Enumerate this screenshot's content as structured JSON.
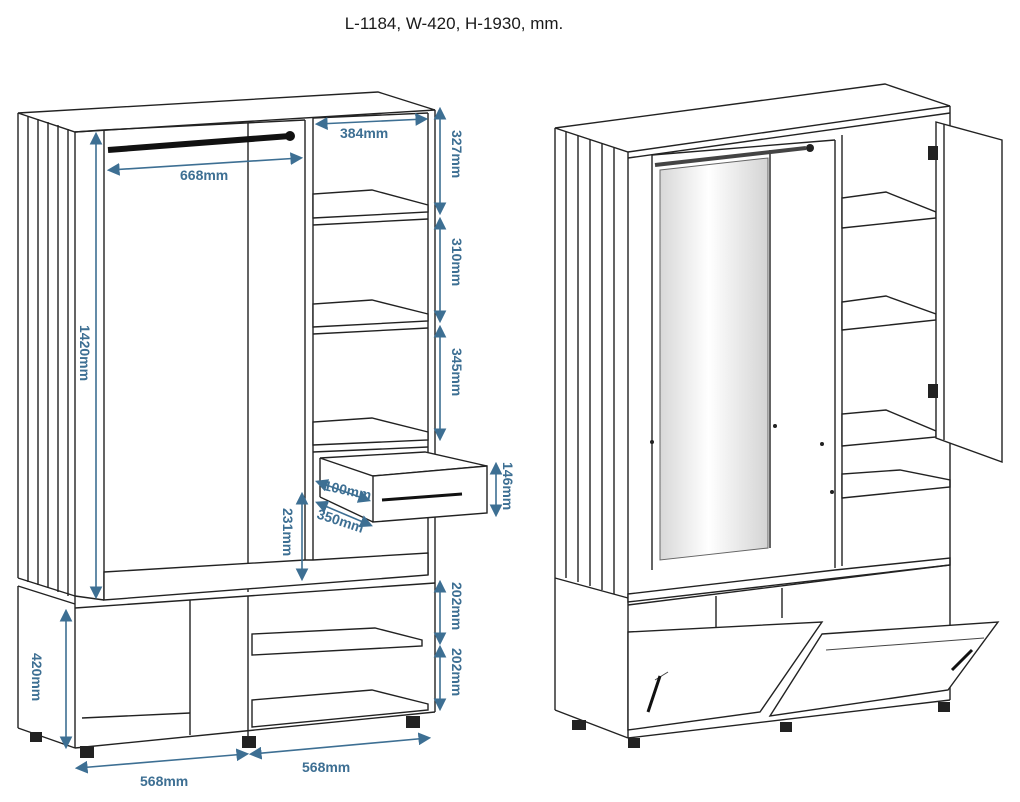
{
  "header": {
    "overall_size": "L-1184, W-420, H-1930, mm."
  },
  "dimensions": {
    "rail_width": "668mm",
    "shelf_width": "384mm",
    "height_327": "327mm",
    "height_310": "310mm",
    "height_345": "345mm",
    "hanging_height": "1420mm",
    "drawer_height": "146mm",
    "drawer_depth_100": "100mm",
    "drawer_width": "350mm",
    "lower_gap": "231mm",
    "shoe_shelf_top": "202mm",
    "shoe_shelf_bottom": "202mm",
    "base_height": "420mm",
    "base_left_width": "568mm",
    "base_right_width": "568mm"
  },
  "colors": {
    "dimension": "#3d6f93",
    "line": "#222222"
  }
}
